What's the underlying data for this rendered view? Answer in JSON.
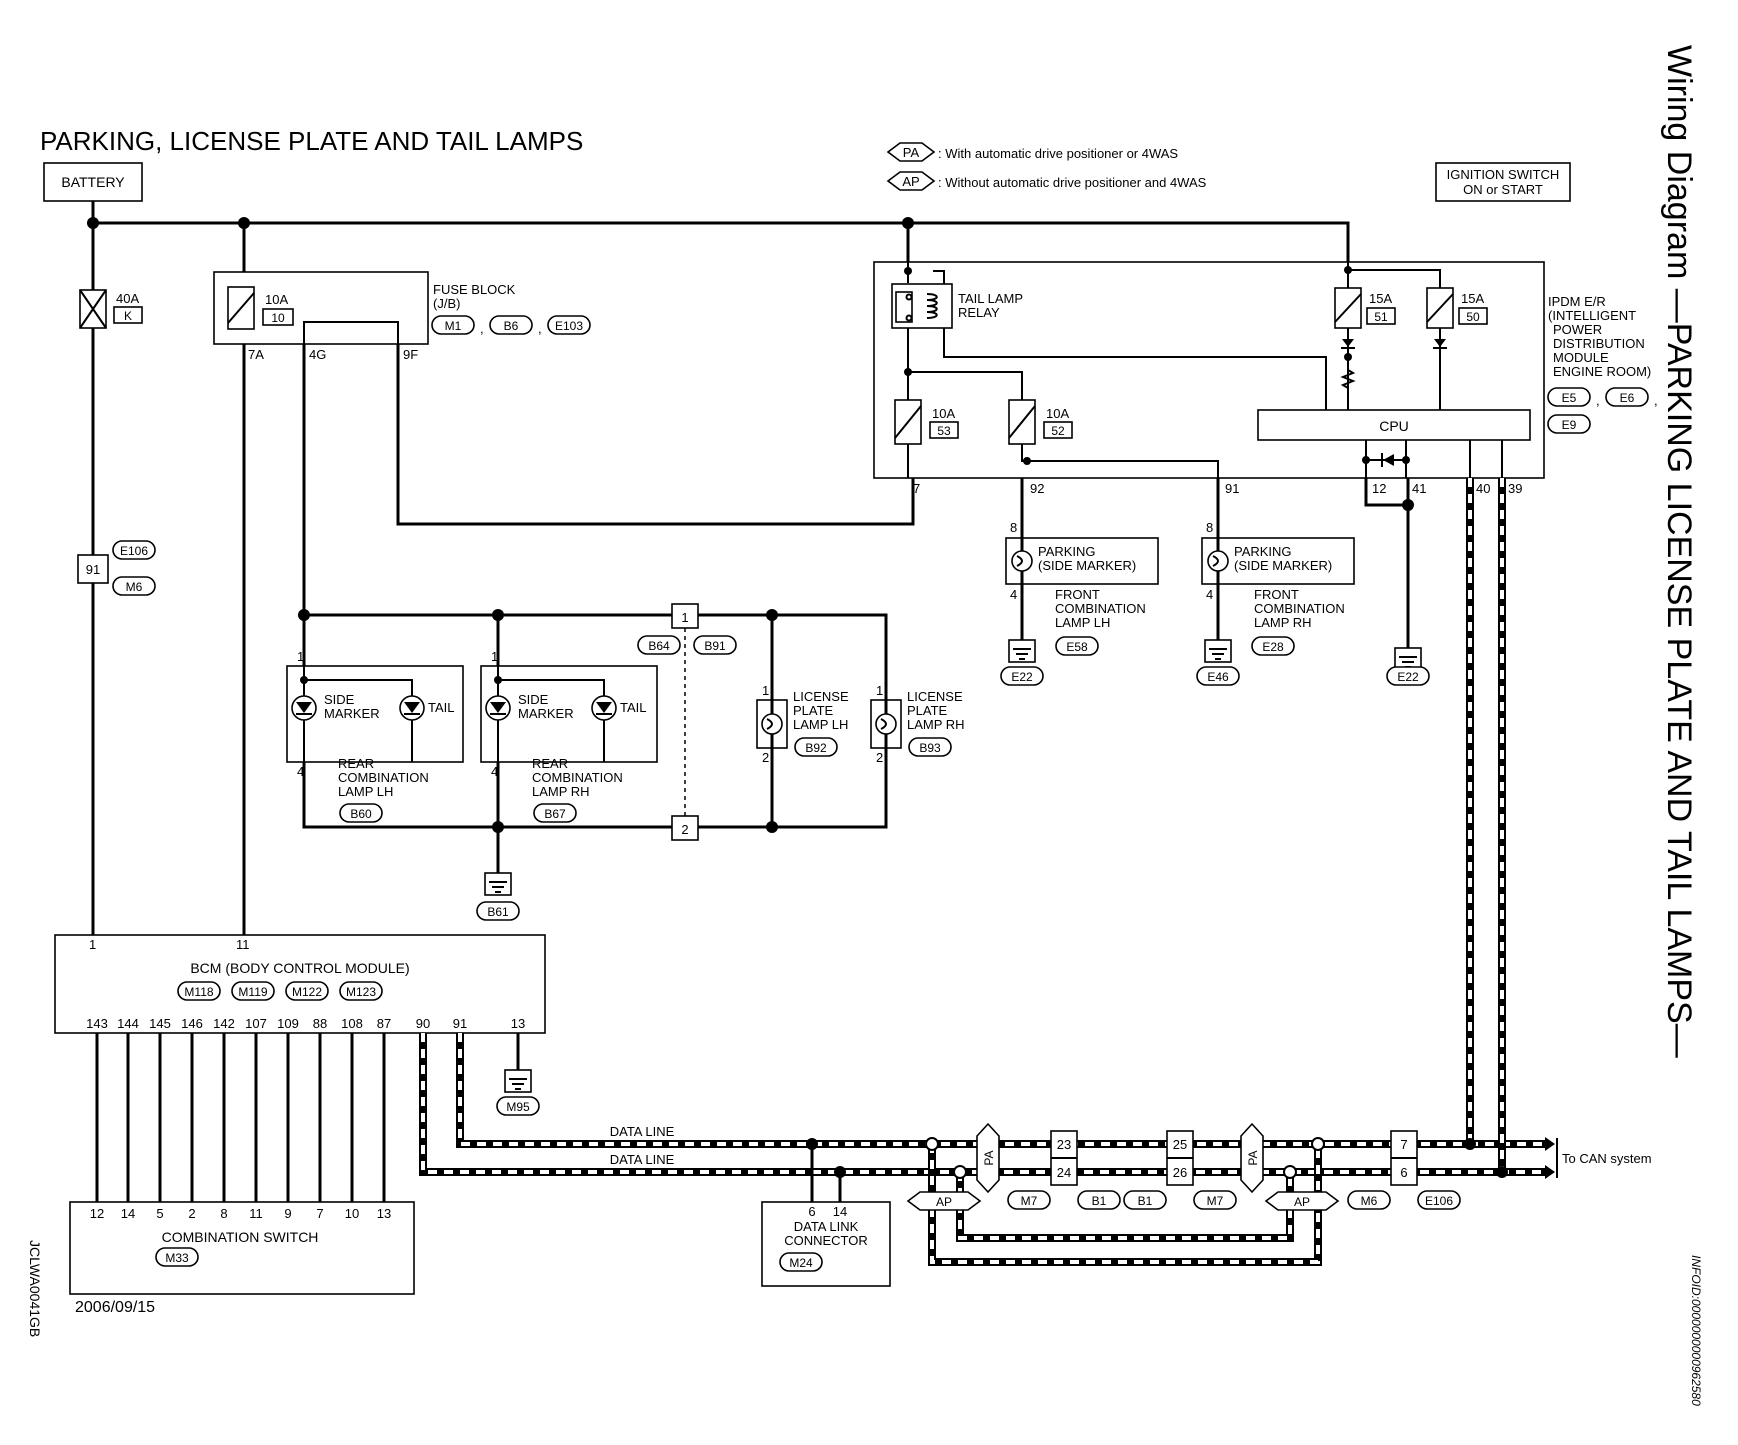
{
  "title": "PARKING, LICENSE PLATE AND TAIL LAMPS",
  "side_title": "Wiring Diagram —PARKING LICENSE PLATE AND TAIL LAMPS—",
  "doc_code": "JCLWA0041GB",
  "info_id": "INFOID:0000000000962580",
  "date": "2006/09/15",
  "legend": [
    {
      "code": "PA",
      "text": ": With automatic drive positioner or 4WAS"
    },
    {
      "code": "AP",
      "text": ": Without automatic drive positioner and 4WAS"
    }
  ],
  "battery": "BATTERY",
  "ignition": {
    "line1": "IGNITION SWITCH",
    "line2": "ON or START"
  },
  "fusible_link": {
    "amp": "40A",
    "id": "K"
  },
  "fuse_block": {
    "fuse_amp": "10A",
    "fuse_id": "10",
    "label1": "FUSE BLOCK",
    "label2": "(J/B)",
    "connectors": [
      "M1",
      "B6",
      "E103"
    ],
    "pins": [
      "7A",
      "4G",
      "9F"
    ]
  },
  "ipdm": {
    "label": [
      "IPDM E/R",
      "(INTELLIGENT",
      "POWER",
      "DISTRIBUTION",
      "MODULE",
      "ENGINE ROOM)"
    ],
    "connectors": [
      "E5",
      "E6",
      "E9"
    ],
    "relay": [
      "TAIL LAMP",
      "RELAY"
    ],
    "fuses": [
      {
        "amp": "15A",
        "id": "51"
      },
      {
        "amp": "15A",
        "id": "50"
      },
      {
        "amp": "10A",
        "id": "53"
      },
      {
        "amp": "10A",
        "id": "52"
      }
    ],
    "cpu": "CPU",
    "pins": [
      "7",
      "92",
      "91",
      "12",
      "41",
      "40",
      "39"
    ]
  },
  "front_lh": {
    "pin_top": "8",
    "pin_bot": "4",
    "part": [
      "PARKING",
      "(SIDE MARKER)"
    ],
    "name": [
      "FRONT",
      "COMBINATION",
      "LAMP LH"
    ],
    "conn": "E58",
    "ground": "E22"
  },
  "front_rh": {
    "pin_top": "8",
    "pin_bot": "4",
    "part": [
      "PARKING",
      "(SIDE MARKER)"
    ],
    "name": [
      "FRONT",
      "COMBINATION",
      "LAMP RH"
    ],
    "conn": "E28",
    "ground": "E46"
  },
  "ipdm_ground": "E22",
  "rear_lh": {
    "pin_top": "1",
    "pin_bot": "4",
    "side": [
      "SIDE",
      "MARKER"
    ],
    "tail": "TAIL",
    "name": [
      "REAR",
      "COMBINATION",
      "LAMP LH"
    ],
    "conn": "B60"
  },
  "rear_rh": {
    "pin_top": "1",
    "pin_bot": "4",
    "side": [
      "SIDE",
      "MARKER"
    ],
    "tail": "TAIL",
    "name": [
      "REAR",
      "COMBINATION",
      "LAMP RH"
    ],
    "conn": "B67"
  },
  "rear_ground": "B61",
  "joint": {
    "pin1": "1",
    "pin2": "2",
    "conns": [
      "B64",
      "B91"
    ]
  },
  "license_lh": {
    "pin_top": "1",
    "pin_bot": "2",
    "name": [
      "LICENSE",
      "PLATE",
      "LAMP LH"
    ],
    "conn": "B92"
  },
  "license_rh": {
    "pin_top": "1",
    "pin_bot": "2",
    "name": [
      "LICENSE",
      "PLATE",
      "LAMP RH"
    ],
    "conn": "B93"
  },
  "harness_e106": {
    "pin": "91",
    "conns": [
      "E106",
      "M6"
    ]
  },
  "bcm": {
    "label": "BCM (BODY CONTROL MODULE)",
    "connectors": [
      "M118",
      "M119",
      "M122",
      "M123"
    ],
    "top_pins": [
      "1",
      "11"
    ],
    "bottom_pins": [
      "143",
      "144",
      "145",
      "146",
      "142",
      "107",
      "109",
      "88",
      "108",
      "87",
      "90",
      "91",
      "13"
    ],
    "ground": "M95"
  },
  "combination_switch": {
    "label": "COMBINATION SWITCH",
    "conn": "M33",
    "pins": [
      "12",
      "14",
      "5",
      "2",
      "8",
      "11",
      "9",
      "7",
      "10",
      "13"
    ]
  },
  "data_link": {
    "pins": [
      "6",
      "14"
    ],
    "label": [
      "DATA LINK",
      "CONNECTOR"
    ],
    "conn": "M24"
  },
  "data_line": "DATA LINE",
  "can_text": "To CAN system",
  "can_connectors": [
    {
      "pins": [
        "23",
        "24"
      ],
      "conns": [
        "M7",
        "B1"
      ]
    },
    {
      "pins": [
        "25",
        "26"
      ],
      "conns": [
        "B1",
        "M7"
      ]
    },
    {
      "pins": [
        "7",
        "6"
      ],
      "conns": [
        "M6",
        "E106"
      ]
    }
  ]
}
